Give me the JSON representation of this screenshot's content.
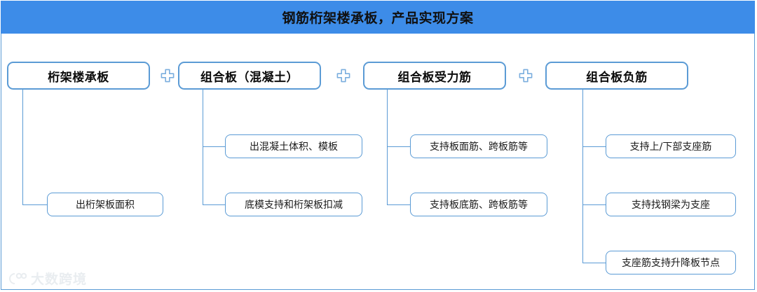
{
  "header": {
    "title": "钢筋桁架楼承板，产品实现方案"
  },
  "diagram": {
    "plus_symbol": "plus-icon",
    "columns": [
      {
        "id": "col-1",
        "top_label": "桁架楼承板",
        "items": [
          {
            "label": "出桁架板面积"
          }
        ]
      },
      {
        "id": "col-2",
        "top_label": "组合板（混凝土）",
        "items": [
          {
            "label": "出混凝土体积、模板"
          },
          {
            "label": "底模支持和桁架板扣减"
          }
        ]
      },
      {
        "id": "col-3",
        "top_label": "组合板受力筋",
        "items": [
          {
            "label": "支持板面筋、跨板筋等"
          },
          {
            "label": "支持板底筋、跨板筋等"
          }
        ]
      },
      {
        "id": "col-4",
        "top_label": "组合板负筋",
        "items": [
          {
            "label": "支持上/下部支座筋"
          },
          {
            "label": "支持找钢梁为支座"
          },
          {
            "label": "支座筋支持升降板节点"
          }
        ]
      }
    ]
  },
  "watermark": {
    "text": "大数跨境"
  },
  "colors": {
    "header_bg": "#3d8ce8",
    "border_blue": "#5b9bd5",
    "text_dark": "#101010",
    "watermark_gray": "#b8c4cf"
  }
}
